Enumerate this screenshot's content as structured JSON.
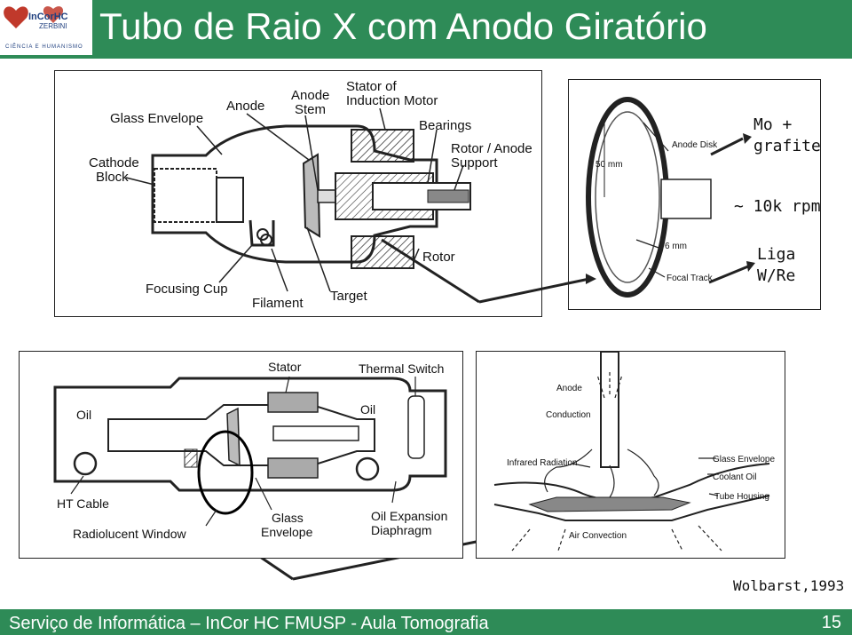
{
  "slide": {
    "title": "Tubo de Raio X com Anodo Giratório",
    "footer": "Serviço de Informática – InCor HC FMUSP   -  Aula Tomografia",
    "page_number": "15",
    "credit": "Wolbarst,1993"
  },
  "logo": {
    "name": "InCorHC",
    "lines": [
      "CIÊNCIA E HUMANISMO"
    ],
    "sub": "ZERBINI"
  },
  "tube_diagram": {
    "labels": {
      "glass_envelope": "Glass Envelope",
      "anode": "Anode",
      "anode_stem_1": "Anode",
      "anode_stem_2": "Stem",
      "stator_1": "Stator of",
      "stator_2": "Induction Motor",
      "bearings": "Bearings",
      "rotor_support_1": "Rotor / Anode",
      "rotor_support_2": "Support",
      "cathode_1": "Cathode",
      "cathode_2": "Block",
      "rotor": "Rotor",
      "focusing_cup": "Focusing Cup",
      "filament": "Filament",
      "target": "Target"
    }
  },
  "disk_diagram": {
    "labels": {
      "anode_disk": "Anode Disk",
      "diameter": "50 mm",
      "track_width": "6 mm",
      "focal_track": "Focal Track",
      "material": "Mo +",
      "material_2": "grafite",
      "speed": "~ 10k rpm",
      "alloy": "Liga",
      "alloy_2": "W/Re"
    }
  },
  "housing_diagram": {
    "labels": {
      "stator": "Stator",
      "thermal_switch": "Thermal Switch",
      "oil_left": "Oil",
      "oil_right": "Oil",
      "ht_cable": "HT Cable",
      "radiolucent_window": "Radiolucent Window",
      "glass_envelope_1": "Glass",
      "glass_envelope_2": "Envelope",
      "oil_expansion_1": "Oil Expansion",
      "oil_expansion_2": "Diaphragm"
    }
  },
  "cooling_diagram": {
    "labels": {
      "anode": "Anode",
      "conduction": "Conduction",
      "infrared": "Infrared Radiation",
      "glass_envelope": "Glass Envelope",
      "coolant_oil": "Coolant Oil",
      "tube_housing": "Tube Housing",
      "air_convection": "Air Convection"
    }
  }
}
